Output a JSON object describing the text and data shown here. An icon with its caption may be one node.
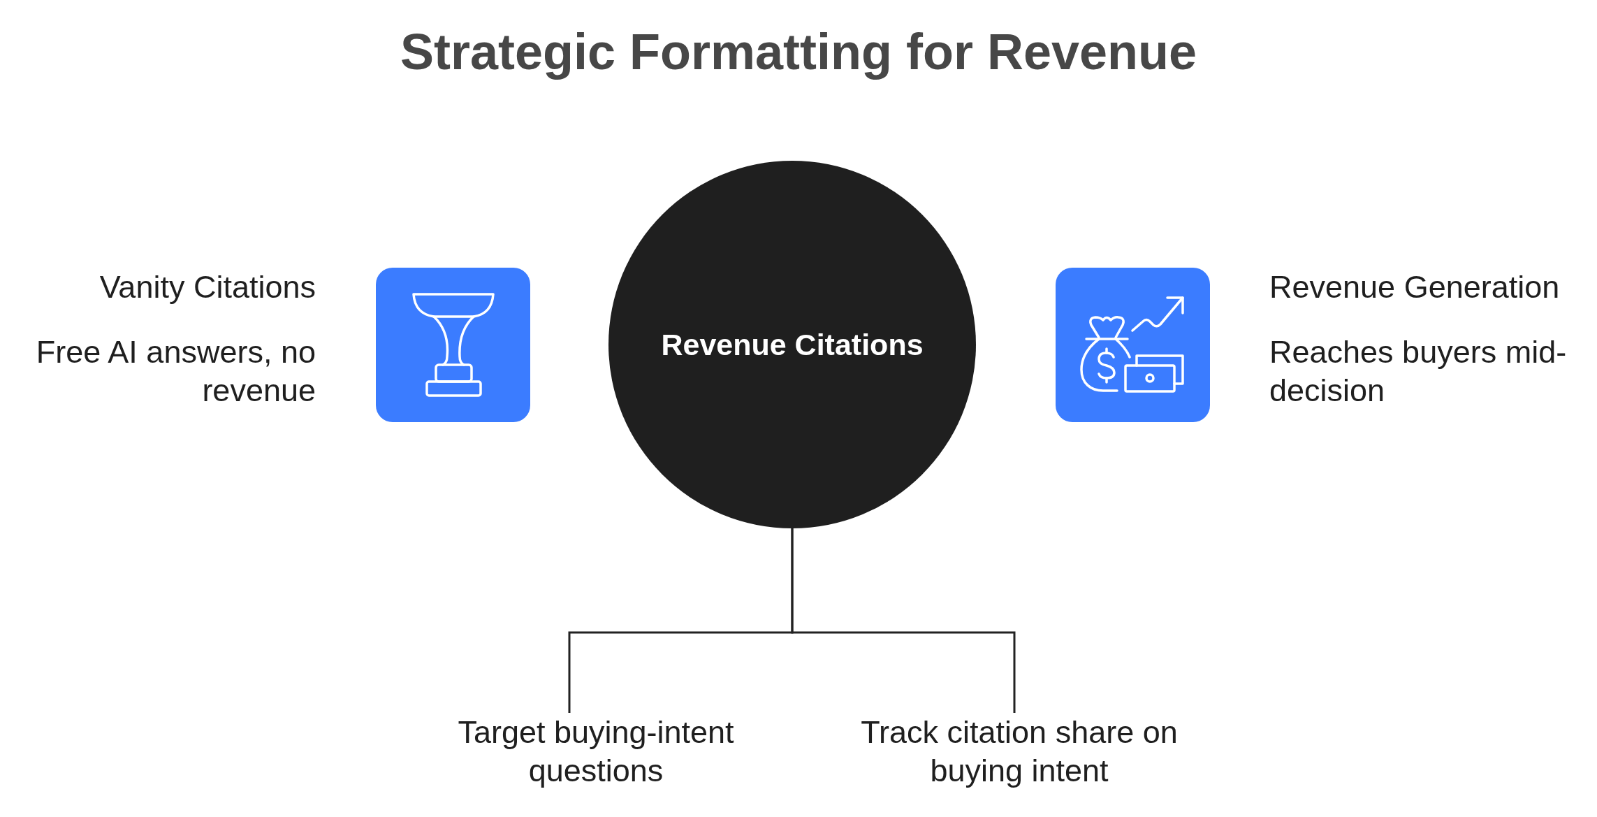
{
  "diagram": {
    "title": "Strategic Formatting for Revenue",
    "nodes": [
      {
        "text": [],
        "shape": "picture",
        "beside": [
          "Vanity Citations",
          "Free AI answers, no revenue"
        ]
      },
      {
        "text": [
          "Revenue Citations"
        ]
      },
      {
        "text": [],
        "shape": "picture",
        "beside": [
          "Revenue Generation",
          "Reaches buyers mid-decision"
        ]
      },
      {
        "text": [
          "Target buying-intent questions"
        ]
      },
      {
        "text": [
          "Track citation share on buying intent"
        ]
      }
    ],
    "edges": [
      {
        "from": 1,
        "to": 3,
        "arrow": "none"
      },
      {
        "from": 1,
        "to": 4,
        "arrow": "none"
      }
    ]
  }
}
